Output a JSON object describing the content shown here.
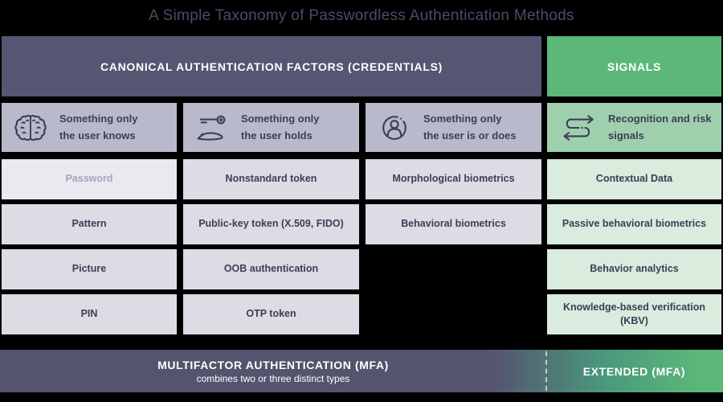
{
  "title": "A Simple Taxonomy of Passwordless Authentication Methods",
  "banner": {
    "canonical": "CANONICAL AUTHENTICATION FACTORS (CREDENTIALS)",
    "signals": "SIGNALS"
  },
  "columns": [
    {
      "icon": "brain-icon",
      "label_lines": [
        "Something only",
        "the user knows"
      ],
      "cells": [
        {
          "label": "Password",
          "muted": true
        },
        {
          "label": "Pattern"
        },
        {
          "label": "Picture"
        },
        {
          "label": "PIN"
        }
      ]
    },
    {
      "icon": "key-in-hand-icon",
      "label_lines": [
        "Something only",
        "the user holds"
      ],
      "cells": [
        {
          "label": "Nonstandard token"
        },
        {
          "label": "Public-key token (X.509, FIDO)"
        },
        {
          "label": "OOB authentication"
        },
        {
          "label": "OTP token"
        }
      ]
    },
    {
      "icon": "person-circle-icon",
      "label_lines": [
        "Something only",
        "the user is or does"
      ],
      "cells": [
        {
          "label": "Morphological biometrics"
        },
        {
          "label": "Behavioral biometrics"
        }
      ]
    },
    {
      "icon": "recognition-arrows-icon",
      "label_lines": [
        "Recognition and risk",
        "signals"
      ],
      "cells": [
        {
          "label": "Contextual Data"
        },
        {
          "label": "Passive behavioral biometrics"
        },
        {
          "label": "Behavior analytics"
        },
        {
          "label": "Knowledge-based verification (KBV)"
        }
      ]
    }
  ],
  "footer": {
    "mfa_title": "MULTIFACTOR AUTHENTICATION (MFA)",
    "mfa_subtitle": "combines two or three distinct types",
    "extended_title": "EXTENDED (MFA)"
  },
  "colors": {
    "background": "#000000",
    "slate_header": "#565673",
    "green_header": "#5cb878",
    "light_purple_header": "#b9b9cc",
    "light_green_header": "#9fd0ad",
    "cell_gray": "#dcdce4",
    "cell_green": "#d9ecdd",
    "text_dark": "#3d3d58",
    "muted_text": "#a6a6ba",
    "muted_cell_bg": "#e9e9ef",
    "title_text": "#4b4b67"
  }
}
